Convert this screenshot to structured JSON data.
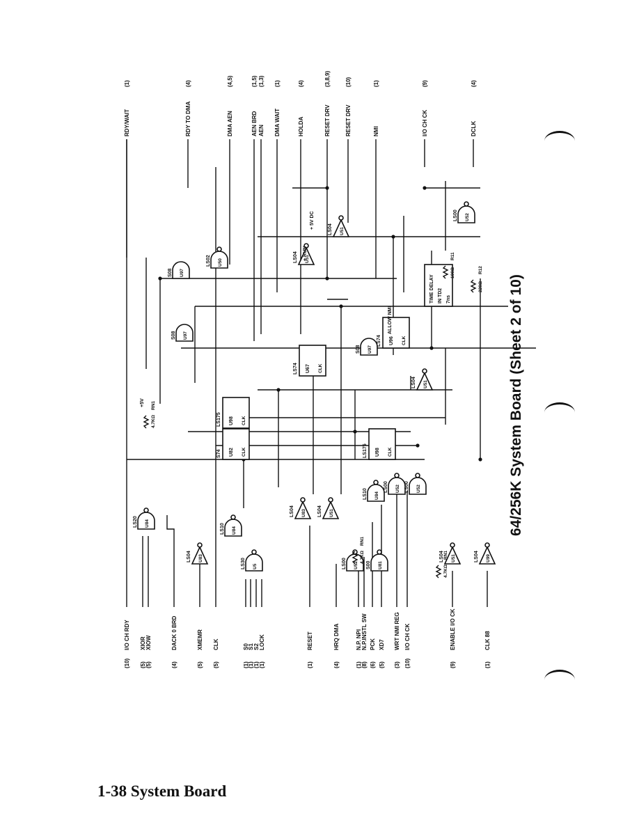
{
  "footer": {
    "page_number": "1-38",
    "section": "System Board"
  },
  "sheet_title": "64/256K System Board (Sheet 2 of 10)",
  "inputs": [
    {
      "ref": "(10)",
      "name": "I/O CH RDY"
    },
    {
      "ref": "(5)",
      "name": "XIOR"
    },
    {
      "ref": "(5)",
      "name": "XIOW"
    },
    {
      "ref": "(4)",
      "name": "DACK 0 BRD"
    },
    {
      "ref": "(5)",
      "name": "XMEMR"
    },
    {
      "ref": "(5)",
      "name": "CLK"
    },
    {
      "ref": "(1)",
      "name": "S0"
    },
    {
      "ref": "(1)",
      "name": "S1"
    },
    {
      "ref": "(1)",
      "name": "S2"
    },
    {
      "ref": "(1)",
      "name": "LOCK"
    },
    {
      "ref": "(1)",
      "name": "RESET"
    },
    {
      "ref": "(4)",
      "name": "HRQ DMA"
    },
    {
      "ref": "(1)",
      "name": "N.P. NPI"
    },
    {
      "ref": "(8)",
      "name": "N.P.INSTL SW"
    },
    {
      "ref": "(6)",
      "name": "PCK"
    },
    {
      "ref": "(5)",
      "name": "XD7"
    },
    {
      "ref": "(3)",
      "name": "WRT NMI REG"
    },
    {
      "ref": "(10)",
      "name": "I/O CH CK"
    },
    {
      "ref": "(9)",
      "name": "ENABLE I/O CK"
    },
    {
      "ref": "(1)",
      "name": "CLK 88"
    }
  ],
  "outputs": [
    {
      "ref": "(1)",
      "name": "RDY/WAIT"
    },
    {
      "ref": "(4)",
      "name": "RDY TO DMA"
    },
    {
      "ref": "(4,5)",
      "name": "DMA AEN"
    },
    {
      "ref": "(1,5)",
      "name": "AEN BRD"
    },
    {
      "ref": "(1,3)",
      "name": "AEN"
    },
    {
      "ref": "(1)",
      "name": "DMA WAIT"
    },
    {
      "ref": "(4)",
      "name": "HOLDA"
    },
    {
      "ref": "(3,8,9)",
      "name": "RESET DRV"
    },
    {
      "ref": "(10)",
      "name": "RESET DRV"
    },
    {
      "ref": "(1)",
      "name": "NMI"
    },
    {
      "ref": "(9)",
      "name": "I/O CH CK"
    },
    {
      "ref": "(4)",
      "name": "DCLK"
    }
  ],
  "gates": [
    {
      "family": "LS04",
      "ref": "U83"
    },
    {
      "family": "LS10",
      "ref": "U84"
    },
    {
      "family": "LS20",
      "ref": "U84"
    },
    {
      "family": "LS30",
      "ref": "U5"
    },
    {
      "family": "LS04",
      "ref": "U83"
    },
    {
      "family": "LS04",
      "ref": "U51"
    },
    {
      "family": "LS00",
      "ref": "U52"
    },
    {
      "family": "S00",
      "ref": "U81"
    },
    {
      "family": "LS10",
      "ref": "U84"
    },
    {
      "family": "LS00",
      "ref": "U52"
    },
    {
      "family": "LS00",
      "ref": "U52"
    },
    {
      "family": "LS04",
      "ref": "U51"
    },
    {
      "family": "LS04",
      "ref": "U99"
    },
    {
      "family": "S08",
      "ref": "U97"
    },
    {
      "family": "S08",
      "ref": "U97"
    },
    {
      "family": "LS02",
      "ref": "U50"
    },
    {
      "family": "LS04",
      "ref": "U51"
    },
    {
      "family": "LS04",
      "ref": "U51"
    },
    {
      "family": "S08",
      "ref": "U97"
    },
    {
      "family": "LS04",
      "ref": "U51"
    },
    {
      "family": "LS00",
      "ref": "U52"
    }
  ],
  "flipflops": [
    {
      "family": "S74",
      "ref": "U82"
    },
    {
      "family": "LS175",
      "ref": "U98"
    },
    {
      "family": "LS175",
      "ref": "U98"
    },
    {
      "family": "LS74",
      "ref": "U67"
    },
    {
      "family": "LS74",
      "ref": "U96"
    }
  ],
  "delay": {
    "line1": "TIME DELAY",
    "line2": "IN TD2",
    "line3": "7ns"
  },
  "resistors": [
    {
      "label": "4.7KΩ",
      "ref": "RN1"
    },
    {
      "label": "4.7KΩ",
      "ref": "RN1"
    },
    {
      "label": "4.7KΩ",
      "ref": "RN1"
    },
    {
      "label": "100Ω",
      "ref": "R11"
    },
    {
      "label": "220Ω",
      "ref": "R12"
    }
  ],
  "power": {
    "plus5": "+5V",
    "run": "+ RUN",
    "plus5dc": "+ 5V DC",
    "allow_nmi": "ALLOW NMI"
  }
}
